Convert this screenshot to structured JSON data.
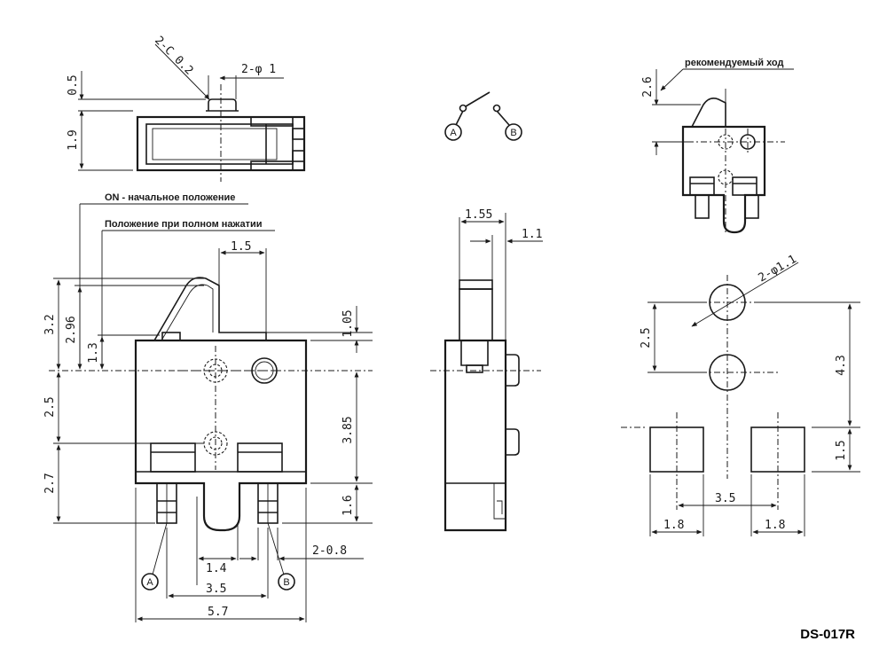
{
  "model": "DS-017R",
  "labels": {
    "on_initial": "ON - начальное положение",
    "full_press": "Положение при полном нажатии",
    "recommended_travel": "рекомендуемый ход"
  },
  "terminals": {
    "a": "A",
    "b": "B"
  },
  "top_view": {
    "chamfer": "2-C 0.2",
    "pin_dia": "2-φ 1",
    "dim_05": "0.5",
    "dim_19": "1.9"
  },
  "front_view": {
    "dim_15": "1.5",
    "dim_32": "3.2",
    "dim_296": "2.96",
    "dim_13": "1.3",
    "dim_25": "2.5",
    "dim_27": "2.7",
    "dim_105": "1.05",
    "dim_385": "3.85",
    "dim_16": "1.6",
    "dim_14": "1.4",
    "dim_35": "3.5",
    "dim_57": "5.7",
    "dim_2x08": "2-0.8"
  },
  "side_view": {
    "dim_155": "1.55",
    "dim_11": "1.1"
  },
  "stroke_view": {
    "dim_26": "2.6"
  },
  "pcb_layout": {
    "hole_dia": "2-φ1.1",
    "dim_25": "2.5",
    "dim_43": "4.3",
    "dim_15": "1.5",
    "dim_35": "3.5",
    "dim_18a": "1.8",
    "dim_18b": "1.8"
  }
}
